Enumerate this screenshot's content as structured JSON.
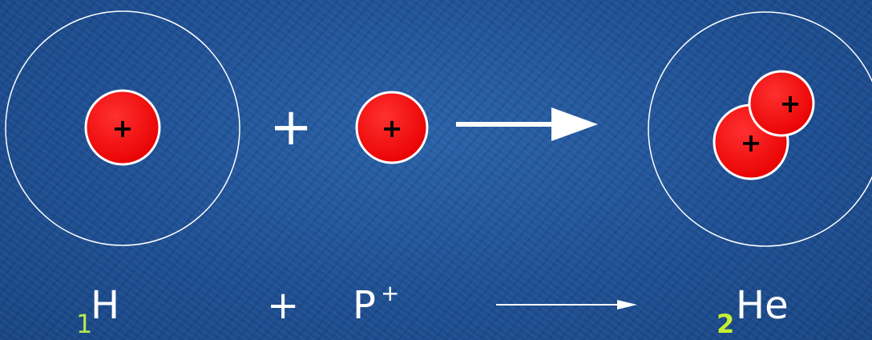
{
  "colors": {
    "background": "#1f5193",
    "orbit": "#ffffff",
    "proton_fill": "#ff0000",
    "proton_sign": "#000000",
    "text": "#ffffff",
    "subscript_hydrogen": "#b7e84a",
    "subscript_helium": "#c6f032"
  },
  "diagram": {
    "hydrogen_atom": {
      "charge_sign": "+"
    },
    "plus_symbol": "+",
    "free_proton": {
      "charge_sign": "+"
    },
    "reaction_arrow": "arrow",
    "helium_atom": {
      "charge_signs": [
        "+",
        "+"
      ]
    }
  },
  "equation": {
    "hydrogen": {
      "atomic_number": "1",
      "symbol": "H"
    },
    "plus": "+",
    "proton": {
      "symbol": "P",
      "charge": "+"
    },
    "arrow": "arrow",
    "helium": {
      "atomic_number": "2",
      "symbol": "He"
    }
  }
}
